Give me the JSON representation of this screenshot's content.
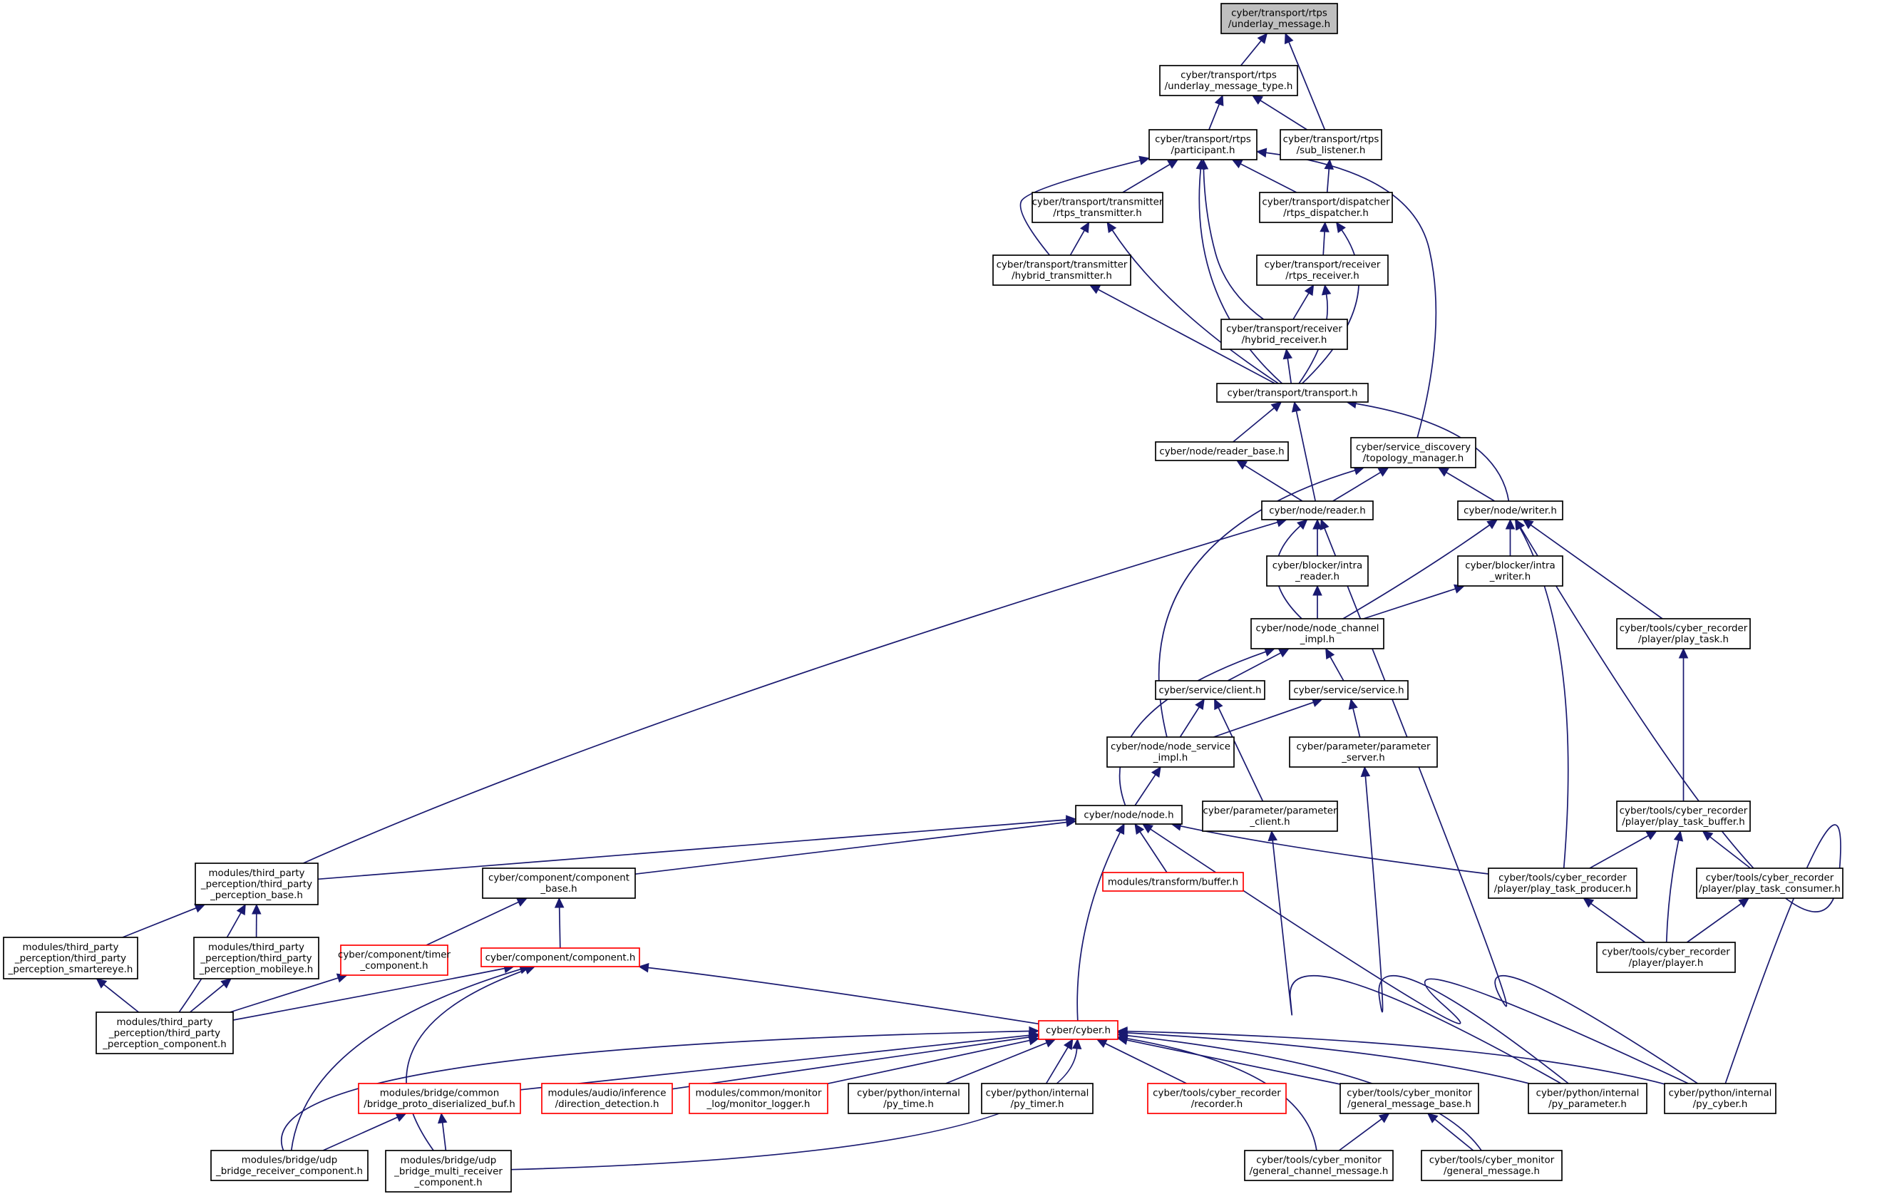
{
  "colors": {
    "edge": "#191970",
    "node_border": "#000000",
    "truncated_node_border": "#ff0000",
    "root_fill": "#bfbfbf",
    "node_fill": "#ffffff"
  },
  "nodes": [
    {
      "id": "n0",
      "label": [
        "cyber/transport/rtps",
        "/underlay_message.h"
      ],
      "style": "root"
    },
    {
      "id": "n1",
      "label": [
        "cyber/transport/rtps",
        "/underlay_message_type.h"
      ],
      "style": "normal"
    },
    {
      "id": "n2",
      "label": [
        "cyber/transport/rtps",
        "/sub_listener.h"
      ],
      "style": "normal"
    },
    {
      "id": "n3",
      "label": [
        "cyber/transport/rtps",
        "/participant.h"
      ],
      "style": "normal"
    },
    {
      "id": "n4",
      "label": [
        "cyber/transport/transmitter",
        "/rtps_transmitter.h"
      ],
      "style": "normal"
    },
    {
      "id": "n5",
      "label": [
        "cyber/transport/dispatcher",
        "/rtps_dispatcher.h"
      ],
      "style": "normal"
    },
    {
      "id": "n6",
      "label": [
        "cyber/transport/transmitter",
        "/hybrid_transmitter.h"
      ],
      "style": "normal"
    },
    {
      "id": "n7",
      "label": [
        "cyber/transport/receiver",
        "/rtps_receiver.h"
      ],
      "style": "normal"
    },
    {
      "id": "n8",
      "label": [
        "cyber/transport/receiver",
        "/hybrid_receiver.h"
      ],
      "style": "normal"
    },
    {
      "id": "n9",
      "label": [
        "cyber/transport/transport.h"
      ],
      "style": "normal"
    },
    {
      "id": "n10",
      "label": [
        "cyber/node/reader_base.h"
      ],
      "style": "normal"
    },
    {
      "id": "n11",
      "label": [
        "cyber/service_discovery",
        "/topology_manager.h"
      ],
      "style": "normal"
    },
    {
      "id": "n12",
      "label": [
        "cyber/node/reader.h"
      ],
      "style": "normal"
    },
    {
      "id": "n13",
      "label": [
        "cyber/node/writer.h"
      ],
      "style": "normal"
    },
    {
      "id": "n14",
      "label": [
        "cyber/blocker/intra",
        "_reader.h"
      ],
      "style": "normal"
    },
    {
      "id": "n15",
      "label": [
        "cyber/blocker/intra",
        "_writer.h"
      ],
      "style": "normal"
    },
    {
      "id": "n16",
      "label": [
        "cyber/node/node_channel",
        "_impl.h"
      ],
      "style": "normal"
    },
    {
      "id": "n17",
      "label": [
        "cyber/tools/cyber_recorder",
        "/player/play_task.h"
      ],
      "style": "normal"
    },
    {
      "id": "n18",
      "label": [
        "cyber/service/client.h"
      ],
      "style": "normal"
    },
    {
      "id": "n19",
      "label": [
        "cyber/service/service.h"
      ],
      "style": "normal"
    },
    {
      "id": "n20",
      "label": [
        "cyber/node/node_service",
        "_impl.h"
      ],
      "style": "normal"
    },
    {
      "id": "n21",
      "label": [
        "cyber/parameter/parameter",
        "_server.h"
      ],
      "style": "normal"
    },
    {
      "id": "n22",
      "label": [
        "cyber/node/node.h"
      ],
      "style": "normal"
    },
    {
      "id": "n23",
      "label": [
        "cyber/parameter/parameter",
        "_client.h"
      ],
      "style": "normal"
    },
    {
      "id": "n24",
      "label": [
        "cyber/tools/cyber_recorder",
        "/player/play_task_buffer.h"
      ],
      "style": "normal"
    },
    {
      "id": "n25",
      "label": [
        "modules/third_party",
        "_perception/third_party",
        "_perception_base.h"
      ],
      "style": "normal"
    },
    {
      "id": "n26",
      "label": [
        "cyber/component/component",
        "_base.h"
      ],
      "style": "normal"
    },
    {
      "id": "n27",
      "label": [
        "modules/transform/buffer.h"
      ],
      "style": "truncated"
    },
    {
      "id": "n28",
      "label": [
        "cyber/tools/cyber_recorder",
        "/player/play_task_producer.h"
      ],
      "style": "normal"
    },
    {
      "id": "n29",
      "label": [
        "cyber/tools/cyber_recorder",
        "/player/play_task_consumer.h"
      ],
      "style": "normal"
    },
    {
      "id": "n30",
      "label": [
        "modules/third_party",
        "_perception/third_party",
        "_perception_smartereye.h"
      ],
      "style": "normal"
    },
    {
      "id": "n31",
      "label": [
        "modules/third_party",
        "_perception/third_party",
        "_perception_mobileye.h"
      ],
      "style": "normal"
    },
    {
      "id": "n32",
      "label": [
        "cyber/component/timer",
        "_component.h"
      ],
      "style": "truncated"
    },
    {
      "id": "n33",
      "label": [
        "cyber/component/component.h"
      ],
      "style": "truncated"
    },
    {
      "id": "n34",
      "label": [
        "cyber/tools/cyber_recorder",
        "/player/player.h"
      ],
      "style": "normal"
    },
    {
      "id": "n35",
      "label": [
        "modules/third_party",
        "_perception/third_party",
        "_perception_component.h"
      ],
      "style": "normal"
    },
    {
      "id": "n36",
      "label": [
        "cyber/cyber.h"
      ],
      "style": "truncated"
    },
    {
      "id": "n37",
      "label": [
        "modules/bridge/common",
        "/bridge_proto_diserialized_buf.h"
      ],
      "style": "truncated"
    },
    {
      "id": "n38",
      "label": [
        "modules/audio/inference",
        "/direction_detection.h"
      ],
      "style": "truncated"
    },
    {
      "id": "n39",
      "label": [
        "modules/common/monitor",
        "_log/monitor_logger.h"
      ],
      "style": "truncated"
    },
    {
      "id": "n40",
      "label": [
        "cyber/python/internal",
        "/py_time.h"
      ],
      "style": "normal"
    },
    {
      "id": "n41",
      "label": [
        "cyber/python/internal",
        "/py_timer.h"
      ],
      "style": "normal"
    },
    {
      "id": "n42",
      "label": [
        "cyber/tools/cyber_recorder",
        "/recorder.h"
      ],
      "style": "truncated"
    },
    {
      "id": "n43",
      "label": [
        "cyber/tools/cyber_monitor",
        "/general_message_base.h"
      ],
      "style": "normal"
    },
    {
      "id": "n44",
      "label": [
        "cyber/python/internal",
        "/py_parameter.h"
      ],
      "style": "normal"
    },
    {
      "id": "n45",
      "label": [
        "cyber/python/internal",
        "/py_cyber.h"
      ],
      "style": "normal"
    },
    {
      "id": "n46",
      "label": [
        "modules/bridge/udp",
        "_bridge_receiver_component.h"
      ],
      "style": "normal"
    },
    {
      "id": "n47",
      "label": [
        "modules/bridge/udp",
        "_bridge_multi_receiver",
        "_component.h"
      ],
      "style": "normal"
    },
    {
      "id": "n48",
      "label": [
        "cyber/tools/cyber_monitor",
        "/general_channel_message.h"
      ],
      "style": "normal"
    },
    {
      "id": "n49",
      "label": [
        "cyber/tools/cyber_monitor",
        "/general_message.h"
      ],
      "style": "normal"
    }
  ],
  "edges": [
    [
      "n1",
      "n0"
    ],
    [
      "n2",
      "n0"
    ],
    [
      "n3",
      "n1"
    ],
    [
      "n2",
      "n1"
    ],
    [
      "n4",
      "n3"
    ],
    [
      "n5",
      "n3"
    ],
    [
      "n6",
      "n3"
    ],
    [
      "n8",
      "n3"
    ],
    [
      "n9",
      "n3"
    ],
    [
      "n11",
      "n3"
    ],
    [
      "n5",
      "n2"
    ],
    [
      "n6",
      "n4"
    ],
    [
      "n9",
      "n4"
    ],
    [
      "n7",
      "n5"
    ],
    [
      "n9",
      "n5"
    ],
    [
      "n8",
      "n7"
    ],
    [
      "n9",
      "n7"
    ],
    [
      "n9",
      "n6"
    ],
    [
      "n9",
      "n8"
    ],
    [
      "n10",
      "n9"
    ],
    [
      "n12",
      "n9"
    ],
    [
      "n13",
      "n9"
    ],
    [
      "n12",
      "n10"
    ],
    [
      "n12",
      "n11"
    ],
    [
      "n13",
      "n11"
    ],
    [
      "n20",
      "n11"
    ],
    [
      "n14",
      "n12"
    ],
    [
      "n16",
      "n12"
    ],
    [
      "n25",
      "n12"
    ],
    [
      "n45",
      "n12"
    ],
    [
      "n15",
      "n13"
    ],
    [
      "n16",
      "n13"
    ],
    [
      "n17",
      "n13"
    ],
    [
      "n28",
      "n13"
    ],
    [
      "n45",
      "n13"
    ],
    [
      "n16",
      "n14"
    ],
    [
      "n16",
      "n15"
    ],
    [
      "n18",
      "n16"
    ],
    [
      "n19",
      "n16"
    ],
    [
      "n22",
      "n16"
    ],
    [
      "n20",
      "n18"
    ],
    [
      "n23",
      "n18"
    ],
    [
      "n20",
      "n19"
    ],
    [
      "n21",
      "n19"
    ],
    [
      "n22",
      "n20"
    ],
    [
      "n44",
      "n21"
    ],
    [
      "n44",
      "n23"
    ],
    [
      "n24",
      "n17"
    ],
    [
      "n28",
      "n24"
    ],
    [
      "n29",
      "n24"
    ],
    [
      "n34",
      "n24"
    ],
    [
      "n34",
      "n28"
    ],
    [
      "n34",
      "n29"
    ],
    [
      "n25",
      "n22"
    ],
    [
      "n26",
      "n22"
    ],
    [
      "n27",
      "n22"
    ],
    [
      "n28",
      "n22"
    ],
    [
      "n36",
      "n22"
    ],
    [
      "n45",
      "n22"
    ],
    [
      "n30",
      "n25"
    ],
    [
      "n31",
      "n25"
    ],
    [
      "n35",
      "n25"
    ],
    [
      "n32",
      "n26"
    ],
    [
      "n33",
      "n26"
    ],
    [
      "n35",
      "n30"
    ],
    [
      "n35",
      "n31"
    ],
    [
      "n35",
      "n32"
    ],
    [
      "n35",
      "n33"
    ],
    [
      "n36",
      "n33"
    ],
    [
      "n46",
      "n33"
    ],
    [
      "n47",
      "n33"
    ],
    [
      "n37",
      "n36"
    ],
    [
      "n38",
      "n36"
    ],
    [
      "n39",
      "n36"
    ],
    [
      "n40",
      "n36"
    ],
    [
      "n41",
      "n36"
    ],
    [
      "n42",
      "n36"
    ],
    [
      "n43",
      "n36"
    ],
    [
      "n44",
      "n36"
    ],
    [
      "n45",
      "n36"
    ],
    [
      "n46",
      "n36"
    ],
    [
      "n47",
      "n36"
    ],
    [
      "n48",
      "n36"
    ],
    [
      "n49",
      "n36"
    ],
    [
      "n46",
      "n37"
    ],
    [
      "n47",
      "n37"
    ],
    [
      "n48",
      "n43"
    ],
    [
      "n49",
      "n43"
    ]
  ]
}
